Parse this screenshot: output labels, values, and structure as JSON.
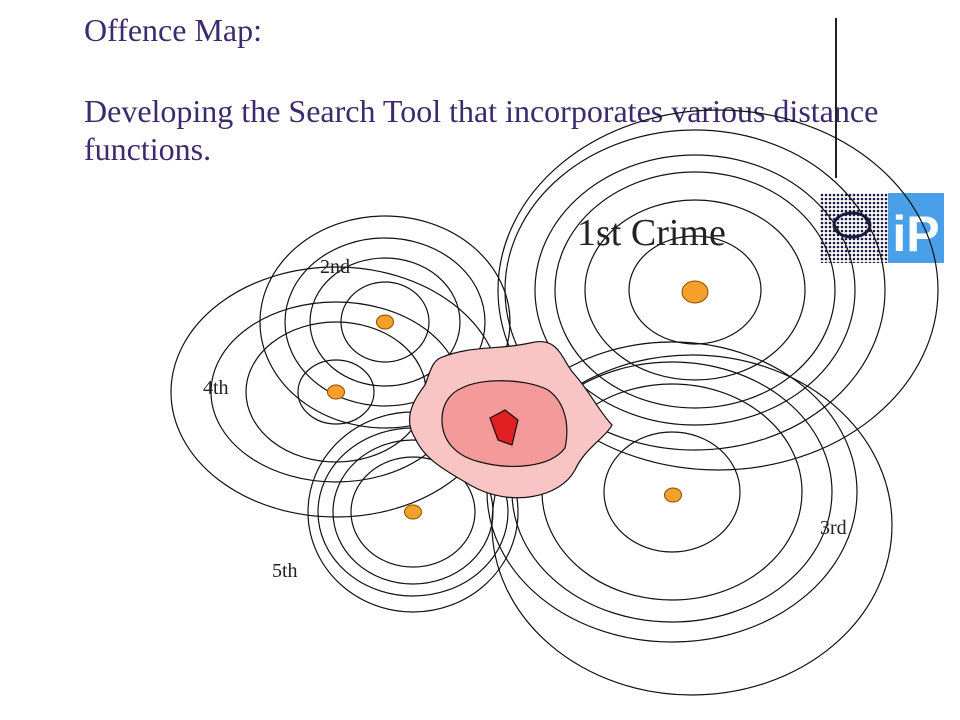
{
  "slide": {
    "title": "Offence Map:",
    "subtitle": "Developing the Search Tool that incorporates various distance functions."
  },
  "logo": {
    "text": "iP",
    "color": "#4aa0e8"
  },
  "colors": {
    "text": "#3b2a6e",
    "crime_marker": "#f5a02a",
    "outer_zone": "#f8c4c4",
    "middle_zone": "#f59a9a",
    "inner_zone": "#e02020"
  },
  "crimes": [
    {
      "label": "1st Crime"
    },
    {
      "label": "2nd"
    },
    {
      "label": "3rd"
    },
    {
      "label": "4th"
    },
    {
      "label": "5th"
    }
  ]
}
